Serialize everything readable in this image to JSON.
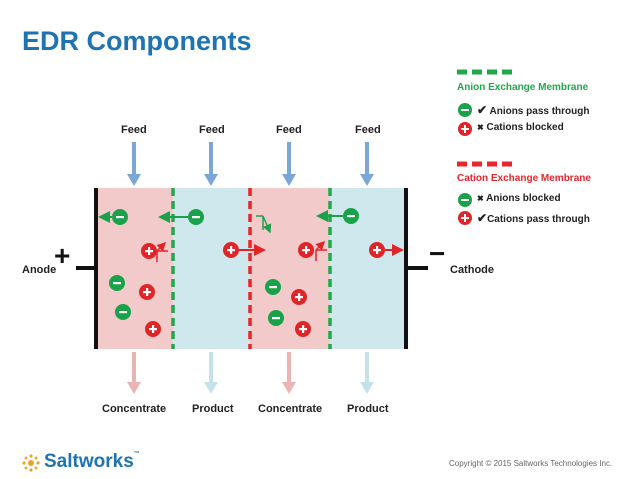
{
  "title": "EDR Components",
  "feed_labels": [
    "Feed",
    "Feed",
    "Feed",
    "Feed"
  ],
  "bottom_labels": [
    "Concentrate",
    "Product",
    "Concentrate",
    "Product"
  ],
  "electrodes": {
    "anode": "Anode",
    "cathode": "Cathode",
    "anode_symbol": "+",
    "cathode_symbol": "−"
  },
  "legend": {
    "anion_membrane": {
      "title": "Anion Exchange Membrane",
      "color": "#22a84a",
      "rows": [
        {
          "ion": "-",
          "mark": "✔",
          "text": "Anions pass through"
        },
        {
          "ion": "+",
          "mark": "✖",
          "text": "Cations blocked"
        }
      ]
    },
    "cation_membrane": {
      "title": "Cation Exchange Membrane",
      "color": "#e8262a",
      "rows": [
        {
          "ion": "-",
          "mark": "✖",
          "text": "Anions blocked"
        },
        {
          "ion": "+",
          "mark": "✔",
          "text": "Cations pass through"
        }
      ]
    }
  },
  "colors": {
    "concentrate_fill": "#f2caca",
    "product_fill": "#cfe8ee",
    "anion_ion": "#1aa24a",
    "cation_ion": "#e02428",
    "feed_arrow": "#7ba6d8",
    "concentrate_arrow": "#eab4b4",
    "product_arrow": "#c4e2ec"
  },
  "footer": {
    "brand": "Saltworks",
    "trademark": "™",
    "copyright": "Copyright © 2015 Saltworks Technologies Inc."
  }
}
